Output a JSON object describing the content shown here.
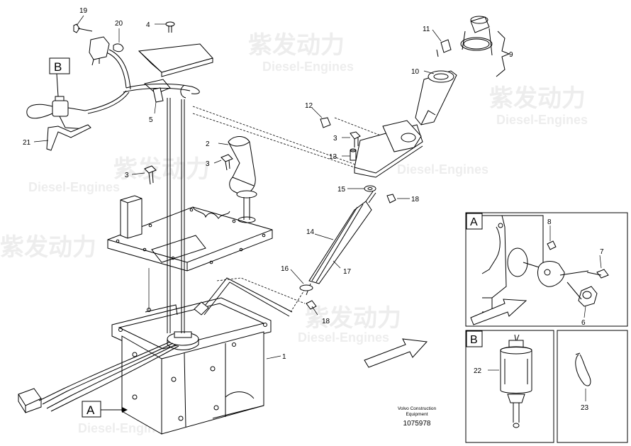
{
  "callouts": {
    "c1": "1",
    "c2": "2",
    "c3a": "3",
    "c3b": "3",
    "c3c": "3",
    "c4": "4",
    "c5": "5",
    "c9": "9",
    "c10": "10",
    "c11": "11",
    "c12": "12",
    "c13": "13",
    "c14": "14",
    "c15": "15",
    "c16": "16",
    "c17": "17",
    "c18a": "18",
    "c18b": "18",
    "c19": "19",
    "c20": "20",
    "c21": "21"
  },
  "detail_a": {
    "label": "A",
    "c6": "6",
    "c7": "7",
    "c8": "8"
  },
  "detail_b": {
    "label": "B",
    "c22": "22"
  },
  "detail_c": {
    "c23": "23"
  },
  "view_markers": {
    "a": "A",
    "b": "B"
  },
  "footer": {
    "brand_line1": "Volvo Construction",
    "brand_line2": "Equipment",
    "drawing_number": "1075978"
  },
  "watermark": {
    "cn": "紫发动力",
    "en": "Diesel-Engines"
  }
}
